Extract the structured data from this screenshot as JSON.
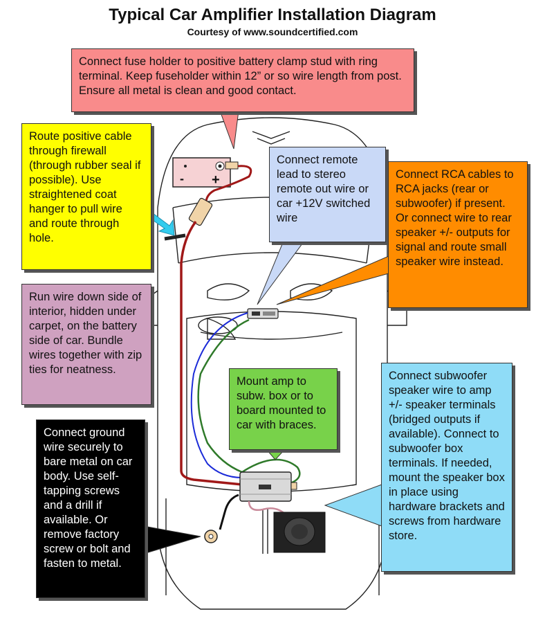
{
  "header": {
    "title": "Typical Car Amplifier Installation Diagram",
    "subtitle": "Courtesy of www.soundcertified.com"
  },
  "callouts": {
    "fuse": "Connect fuse holder to positive battery clamp stud with ring terminal. Keep fuseholder within 12” or so wire length from post. Ensure all metal is clean and good contact.",
    "firewall": "Route positive cable through firewall (through rubber seal if possible). Use straightened coat hanger to pull wire and route through hole.",
    "remote": "Connect remote lead to stereo remote out wire or car +12V switched wire",
    "rca": "Connect RCA cables to RCA jacks (rear or subwoofer) if present. Or connect wire to rear speaker +/- outputs for signal and route small speaker wire instead.",
    "run_wire": "Run wire down side of interior, hidden under carpet, on the battery side of car. Bundle wires together with zip ties for neatness.",
    "mount_amp": "Mount amp to subw. box or to board mounted to car with braces.",
    "subwoofer": "Connect subwoofer speaker wire to amp +/- speaker terminals (bridged outputs if available). Connect to subwoofer box terminals. If needed, mount the speaker box in place using hardware brackets and screws from hardware store.",
    "ground": "Connect ground wire securely to bare metal on car body. Use self-tapping screws and a drill if available. Or remove factory screw or bolt and fasten to metal."
  },
  "battery": {
    "minus": "-",
    "plus": "+"
  },
  "colors": {
    "power_wire": "#a01818",
    "remote_wire": "#1b2bd8",
    "rca_wire": "#2f7a2a",
    "speaker_wire": "#c98a9a",
    "ground_wire": "#111111",
    "fuse_box": "#f98b8b",
    "firewall_box": "#ffff00",
    "remote_box": "#c9d9f7",
    "rca_box": "#ff8c00",
    "run_box": "#cfa1c0",
    "mount_box": "#78d24a",
    "sub_box": "#8fdcf7",
    "ground_box": "#000000",
    "arrow": "#33ccee"
  }
}
